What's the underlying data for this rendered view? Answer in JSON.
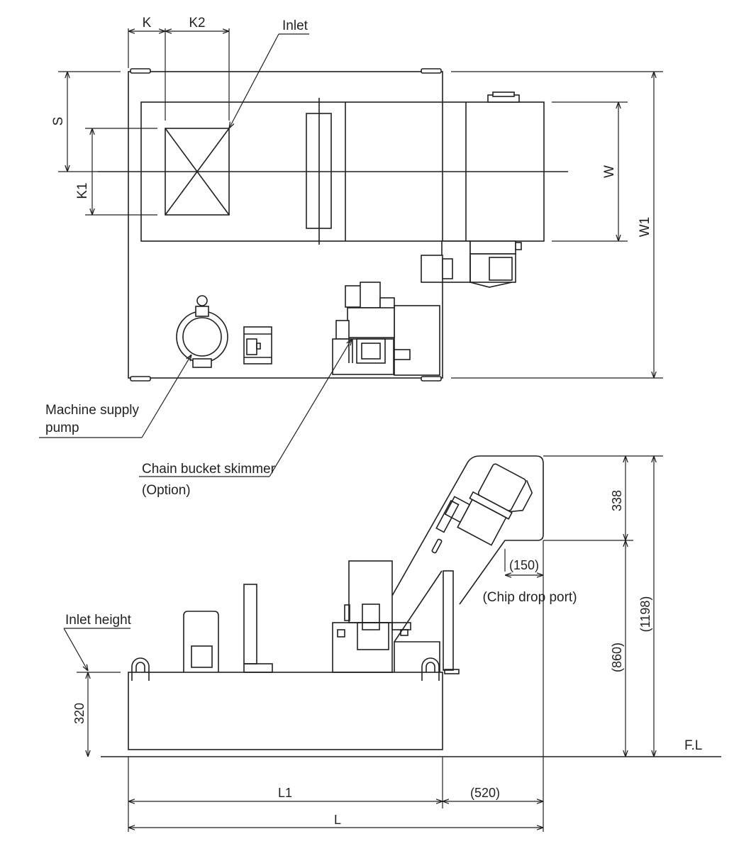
{
  "labels": {
    "inlet": "Inlet",
    "machine_supply_pump_line1": "Machine supply",
    "machine_supply_pump_line2": "pump",
    "chain_bucket_skimmer_line1": "Chain bucket skimmer",
    "chain_bucket_skimmer_line2": "(Option)",
    "chip_drop_port": "(Chip drop port)",
    "inlet_height": "Inlet height",
    "floor_level": "F.L"
  },
  "dimensions": {
    "k": "K",
    "k2": "K2",
    "s": "S",
    "k1": "K1",
    "w": "W",
    "w1": "W1",
    "h338": "338",
    "h1198": "(1198)",
    "h860": "(860)",
    "h320": "320",
    "l150": "(150)",
    "l1": "L1",
    "l520": "(520)",
    "l": "L"
  }
}
